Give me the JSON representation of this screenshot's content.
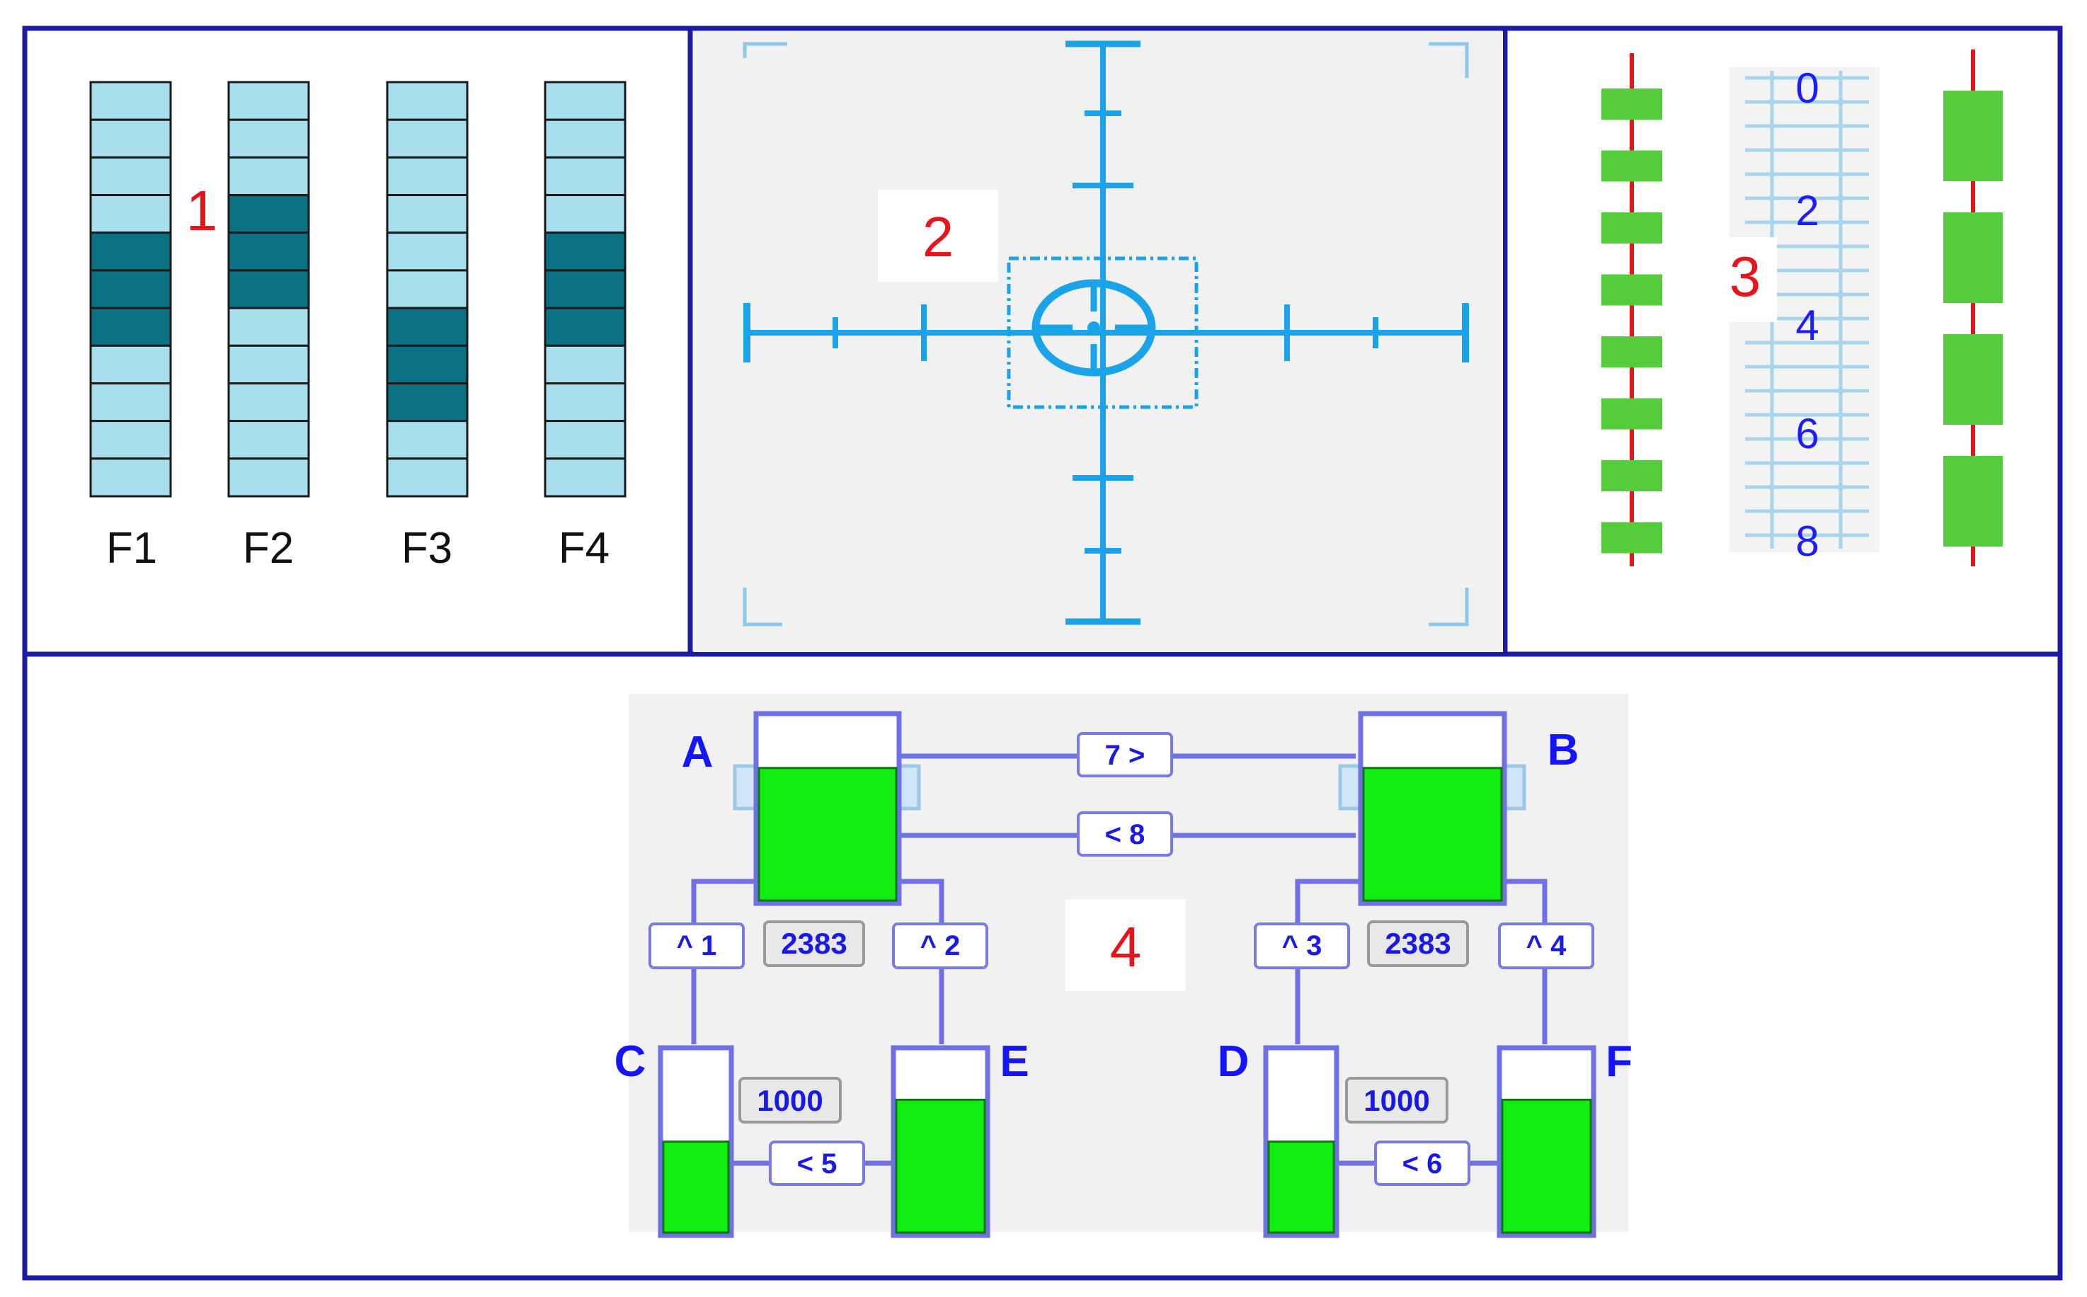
{
  "colors": {
    "frame": "#1b1ba6",
    "panel_number": "#e8141c",
    "fuse_light": "#a8dfec",
    "fuse_dark": "#0b7285",
    "crosshair": "#1aa3e8",
    "ruler": "#a9d4ec",
    "ruler_number": "#1c1cff",
    "track_line": "#e01818",
    "track_block": "#55cc3c",
    "pipe": "#6f6fe8",
    "fluid": "#11ee11",
    "label": "#1414ff"
  },
  "panel1": {
    "number": "1",
    "columns": [
      {
        "label": "F1",
        "segments": 11,
        "highlighted": [
          4,
          5,
          6
        ]
      },
      {
        "label": "F2",
        "segments": 11,
        "highlighted": [
          3,
          4,
          5
        ]
      },
      {
        "label": "F3",
        "segments": 11,
        "highlighted": [
          6,
          7,
          8
        ]
      },
      {
        "label": "F4",
        "segments": 11,
        "highlighted": [
          4,
          5,
          6
        ]
      }
    ]
  },
  "panel2": {
    "number": "2",
    "icon": "crosshair-target-icon"
  },
  "panel3": {
    "number": "3",
    "ruler_labels": [
      "0",
      "2",
      "4",
      "6",
      "8"
    ],
    "left_track_blocks": 8,
    "right_track_blocks": 4
  },
  "panel4": {
    "number": "4",
    "tanks": [
      {
        "letter": "A",
        "level": 0.72
      },
      {
        "letter": "B",
        "level": 0.72
      },
      {
        "letter": "C",
        "level": 0.5
      },
      {
        "letter": "E",
        "level": 0.73
      },
      {
        "letter": "D",
        "level": 0.5
      },
      {
        "letter": "F",
        "level": 0.73
      }
    ],
    "valves": {
      "v7": "7 >",
      "v8": "< 8",
      "v1": "^ 1",
      "v2": "^ 2",
      "v3": "^ 3",
      "v4": "^ 4",
      "v5": "< 5",
      "v6": "< 6"
    },
    "readouts": {
      "left_upper": "2383",
      "right_upper": "2383",
      "left_lower": "1000",
      "right_lower": "1000"
    }
  }
}
